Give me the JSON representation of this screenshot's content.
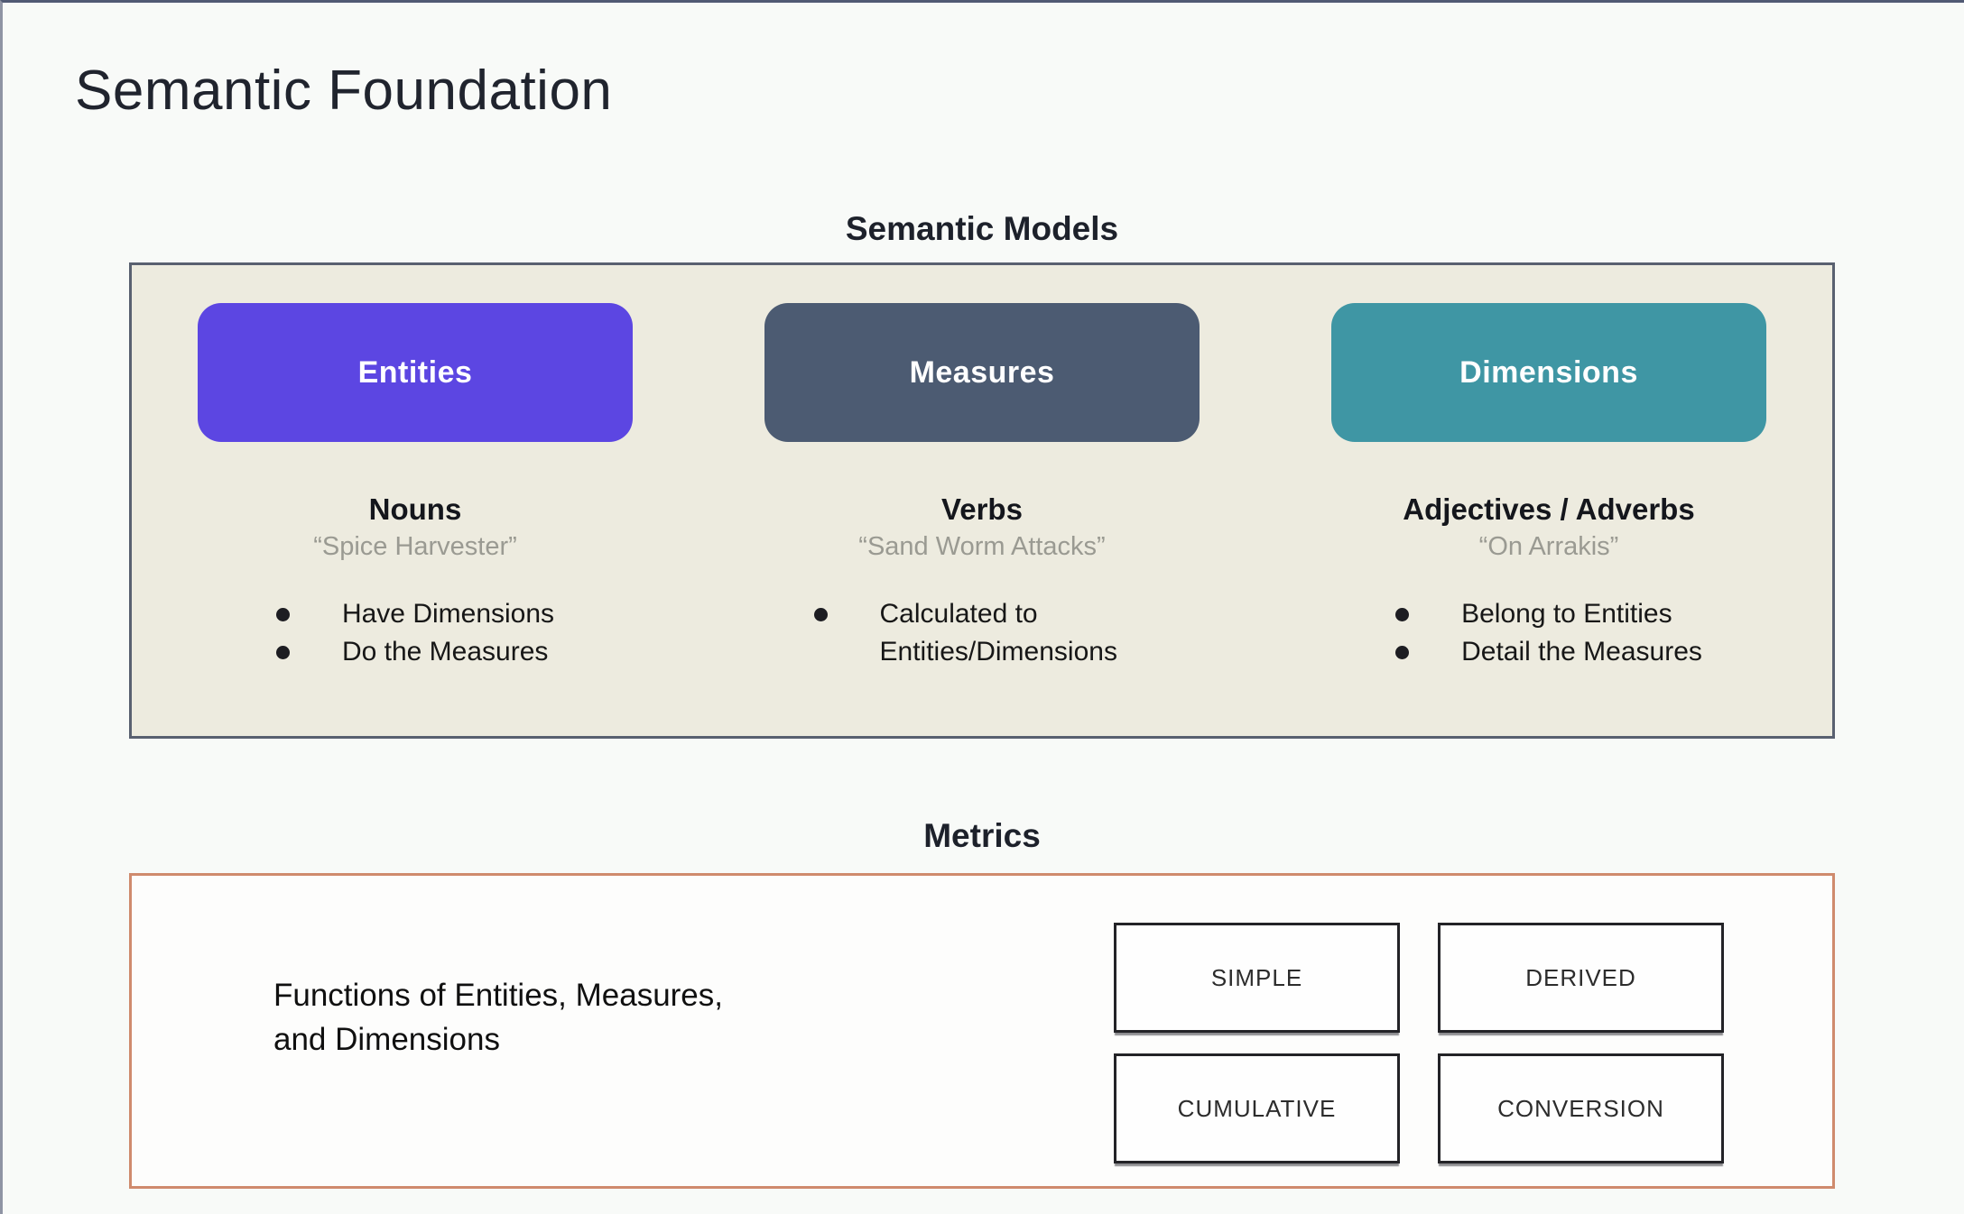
{
  "page": {
    "title": "Semantic Foundation"
  },
  "semantic_models": {
    "heading": "Semantic Models",
    "columns": [
      {
        "button": "Entities",
        "heading": "Nouns",
        "quote": "“Spice Harvester”",
        "bullets": [
          "Have Dimensions",
          "Do the Measures"
        ]
      },
      {
        "button": "Measures",
        "heading": "Verbs",
        "quote": "“Sand Worm Attacks”",
        "bullets": [
          "Calculated to Entities/Dimensions"
        ]
      },
      {
        "button": "Dimensions",
        "heading": "Adjectives / Adverbs",
        "quote": "“On Arrakis”",
        "bullets": [
          "Belong to Entities",
          "Detail the Measures"
        ]
      }
    ]
  },
  "metrics": {
    "heading": "Metrics",
    "description": "Functions of Entities, Measures,\nand Dimensions",
    "tiles": [
      "SIMPLE",
      "DERIVED",
      "CUMULATIVE",
      "CONVERSION"
    ]
  },
  "colors": {
    "entities": "#5c46e2",
    "measures": "#4c5b72",
    "dimensions": "#3f96a4",
    "semantic_panel_bg": "#edebdf",
    "semantic_panel_border": "#596070",
    "metrics_panel_border": "#cf8a6d",
    "quote_text": "#9a9a92"
  }
}
